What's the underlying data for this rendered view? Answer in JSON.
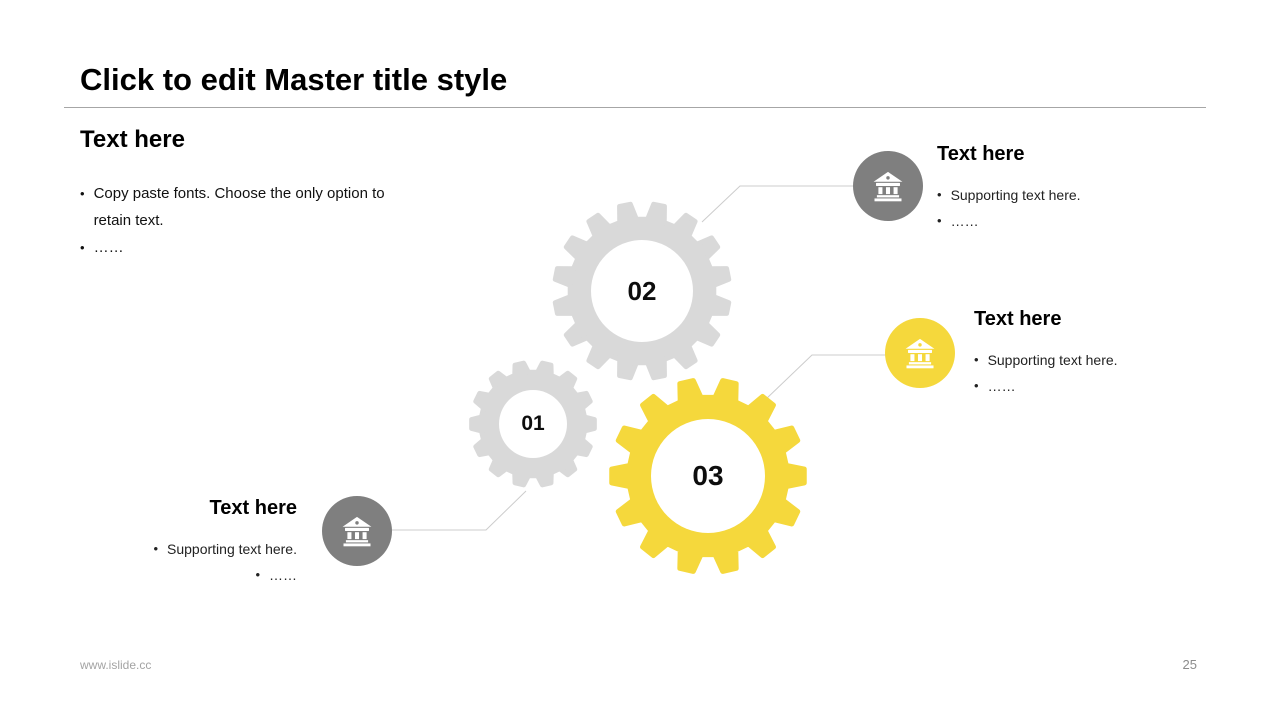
{
  "title": "Click to edit Master title style",
  "left_block": {
    "heading": "Text here",
    "bullets": [
      "Copy paste fonts. Choose the only option to retain text.",
      "……"
    ]
  },
  "gears": [
    {
      "number": "01"
    },
    {
      "number": "02"
    },
    {
      "number": "03"
    }
  ],
  "callouts": [
    {
      "icon": "bank-icon",
      "heading": "Text here",
      "bullets": [
        "Supporting text here.",
        "……"
      ]
    },
    {
      "icon": "bank-icon",
      "heading": "Text here",
      "bullets": [
        "Supporting text here.",
        "……"
      ]
    },
    {
      "icon": "bank-icon",
      "heading": "Text here",
      "bullets": [
        "Supporting text here.",
        "……"
      ]
    }
  ],
  "footer": {
    "website": "www.islide.cc",
    "page_number": "25"
  },
  "colors": {
    "gear_gray": "#d9d9d9",
    "gear_yellow": "#f5d83c",
    "icon_circle_gray": "#7f7f7f",
    "icon_circle_yellow": "#f5d83c",
    "connector_line": "#cccccc",
    "title_text": "#000000",
    "footer_text": "#a3a3a3"
  }
}
